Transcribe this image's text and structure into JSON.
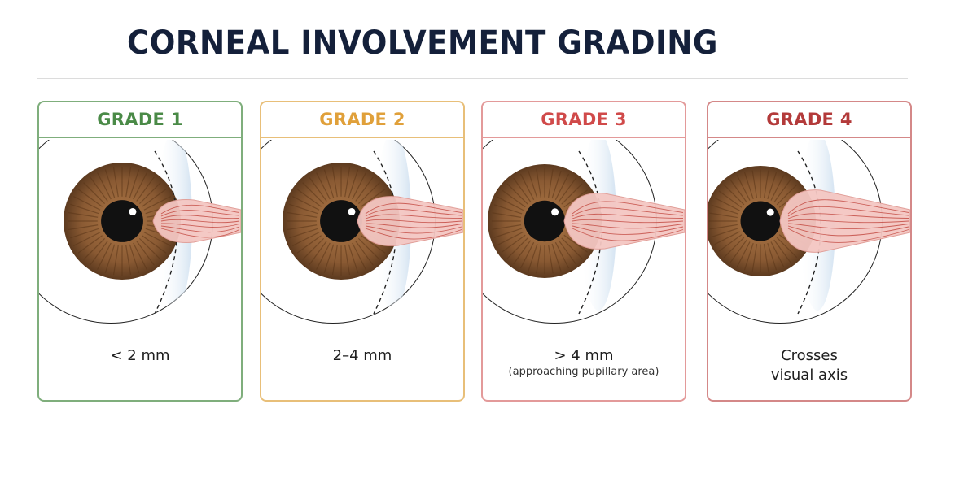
{
  "title": "CORNEAL INVOLVEMENT GRADING",
  "colors": {
    "title": "#14203a",
    "iris": "#8a5a33",
    "iris_dark": "#5c3a1f",
    "pterygium": "#f3c6c2",
    "vessel": "#c0453c"
  },
  "grades": [
    {
      "label": "GRADE 1",
      "color": "#4a8a47",
      "line1": "< 2 mm",
      "line2": "",
      "sub": "",
      "icon": "eye-pterygium-icon"
    },
    {
      "label": "GRADE 2",
      "color": "#e0a03a",
      "line1": "2–4 mm",
      "line2": "",
      "sub": "",
      "icon": "eye-pterygium-icon"
    },
    {
      "label": "GRADE 3",
      "color": "#d04a4a",
      "line1": "> 4 mm",
      "line2": "",
      "sub": "(approaching pupillary area)",
      "icon": "eye-pterygium-icon"
    },
    {
      "label": "GRADE 4",
      "color": "#b33a3a",
      "line1": "Crosses",
      "line2": "visual axis",
      "sub": "",
      "icon": "eye-pterygium-icon"
    }
  ]
}
